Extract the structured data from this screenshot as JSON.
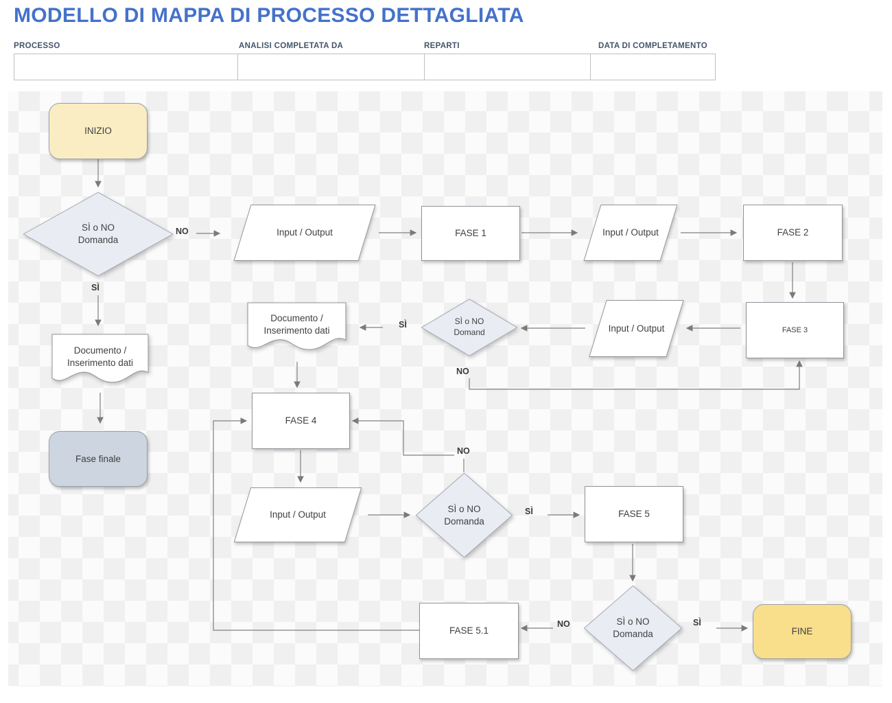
{
  "title": "MODELLO DI MAPPA DI PROCESSO DETTAGLIATA",
  "header": {
    "fields": [
      {
        "label": "PROCESSO",
        "value": ""
      },
      {
        "label": "ANALISI COMPLETATA DA",
        "value": ""
      },
      {
        "label": "REPARTI",
        "value": ""
      },
      {
        "label": "DATA DI COMPLETAMENTO",
        "value": ""
      }
    ]
  },
  "flowchart": {
    "nodes": [
      {
        "id": "inizio",
        "type": "terminator",
        "label": "INIZIO"
      },
      {
        "id": "decision1",
        "type": "decision",
        "label": "SÌ o NO Domanda"
      },
      {
        "id": "io1",
        "type": "input-output",
        "label": "Input / Output"
      },
      {
        "id": "fase1",
        "type": "process",
        "label": "FASE 1"
      },
      {
        "id": "io2",
        "type": "input-output",
        "label": "Input / Output"
      },
      {
        "id": "fase2",
        "type": "process",
        "label": "FASE 2"
      },
      {
        "id": "doc1",
        "type": "document",
        "label": "Documento / Inserimento dati"
      },
      {
        "id": "fase-finale",
        "type": "terminator",
        "label": "Fase finale"
      },
      {
        "id": "doc2",
        "type": "document",
        "label": "Documento / Inserimento dati"
      },
      {
        "id": "decision2",
        "type": "decision",
        "label": "SÌ o NO Domand"
      },
      {
        "id": "io3",
        "type": "input-output",
        "label": "Input / Output"
      },
      {
        "id": "fase3",
        "type": "process",
        "label": "FASE 3"
      },
      {
        "id": "fase4",
        "type": "process",
        "label": "FASE 4"
      },
      {
        "id": "io4",
        "type": "input-output",
        "label": "Input / Output"
      },
      {
        "id": "decision3",
        "type": "decision",
        "label": "SÌ o NO Domanda"
      },
      {
        "id": "fase5",
        "type": "process",
        "label": "FASE 5"
      },
      {
        "id": "fase51",
        "type": "process",
        "label": "FASE 5.1"
      },
      {
        "id": "decision4",
        "type": "decision",
        "label": "SÌ o NO Domanda"
      },
      {
        "id": "fine",
        "type": "terminator",
        "label": "FINE"
      }
    ],
    "edge_labels": [
      {
        "text": "NO"
      },
      {
        "text": "SÌ"
      },
      {
        "text": "SÌ"
      },
      {
        "text": "NO"
      },
      {
        "text": "NO"
      },
      {
        "text": "SÌ"
      },
      {
        "text": "NO"
      },
      {
        "text": "SÌ"
      }
    ],
    "edges": [
      {
        "from": "inizio",
        "to": "decision1",
        "label": ""
      },
      {
        "from": "decision1",
        "to": "io1",
        "label": "NO"
      },
      {
        "from": "decision1",
        "to": "doc1",
        "label": "SÌ"
      },
      {
        "from": "io1",
        "to": "fase1",
        "label": ""
      },
      {
        "from": "fase1",
        "to": "io2",
        "label": ""
      },
      {
        "from": "io2",
        "to": "fase2",
        "label": ""
      },
      {
        "from": "fase2",
        "to": "fase3",
        "label": ""
      },
      {
        "from": "fase3",
        "to": "io3",
        "label": ""
      },
      {
        "from": "io3",
        "to": "decision2",
        "label": ""
      },
      {
        "from": "decision2",
        "to": "doc2",
        "label": "SÌ"
      },
      {
        "from": "decision2",
        "to": "fase3",
        "label": "NO"
      },
      {
        "from": "doc1",
        "to": "fase-finale",
        "label": ""
      },
      {
        "from": "doc2",
        "to": "fase4",
        "label": ""
      },
      {
        "from": "fase4",
        "to": "io4",
        "label": ""
      },
      {
        "from": "io4",
        "to": "decision3",
        "label": ""
      },
      {
        "from": "decision3",
        "to": "fase5",
        "label": "SÌ"
      },
      {
        "from": "decision3",
        "to": "fase4",
        "label": "NO"
      },
      {
        "from": "fase5",
        "to": "decision4",
        "label": ""
      },
      {
        "from": "decision4",
        "to": "fase51",
        "label": "NO"
      },
      {
        "from": "decision4",
        "to": "fine",
        "label": "SÌ"
      },
      {
        "from": "fase51",
        "to": "fase4",
        "label": ""
      }
    ]
  },
  "colors": {
    "title_blue": "#4472C9",
    "header_label": "#44546A",
    "table_border": "#BFBFBF",
    "checker_gray": "#F0F0F0",
    "checker_white": "#FBFBFB",
    "start_fill": "#FAEDC3",
    "end_fill": "#F9DE8C",
    "final_phase_fill": "#CDD5E0",
    "decision_fill": "#E9EDF3",
    "shape_fill": "#FFFFFF",
    "shape_border": "#8F9399",
    "connector": "#7F7F7F"
  }
}
